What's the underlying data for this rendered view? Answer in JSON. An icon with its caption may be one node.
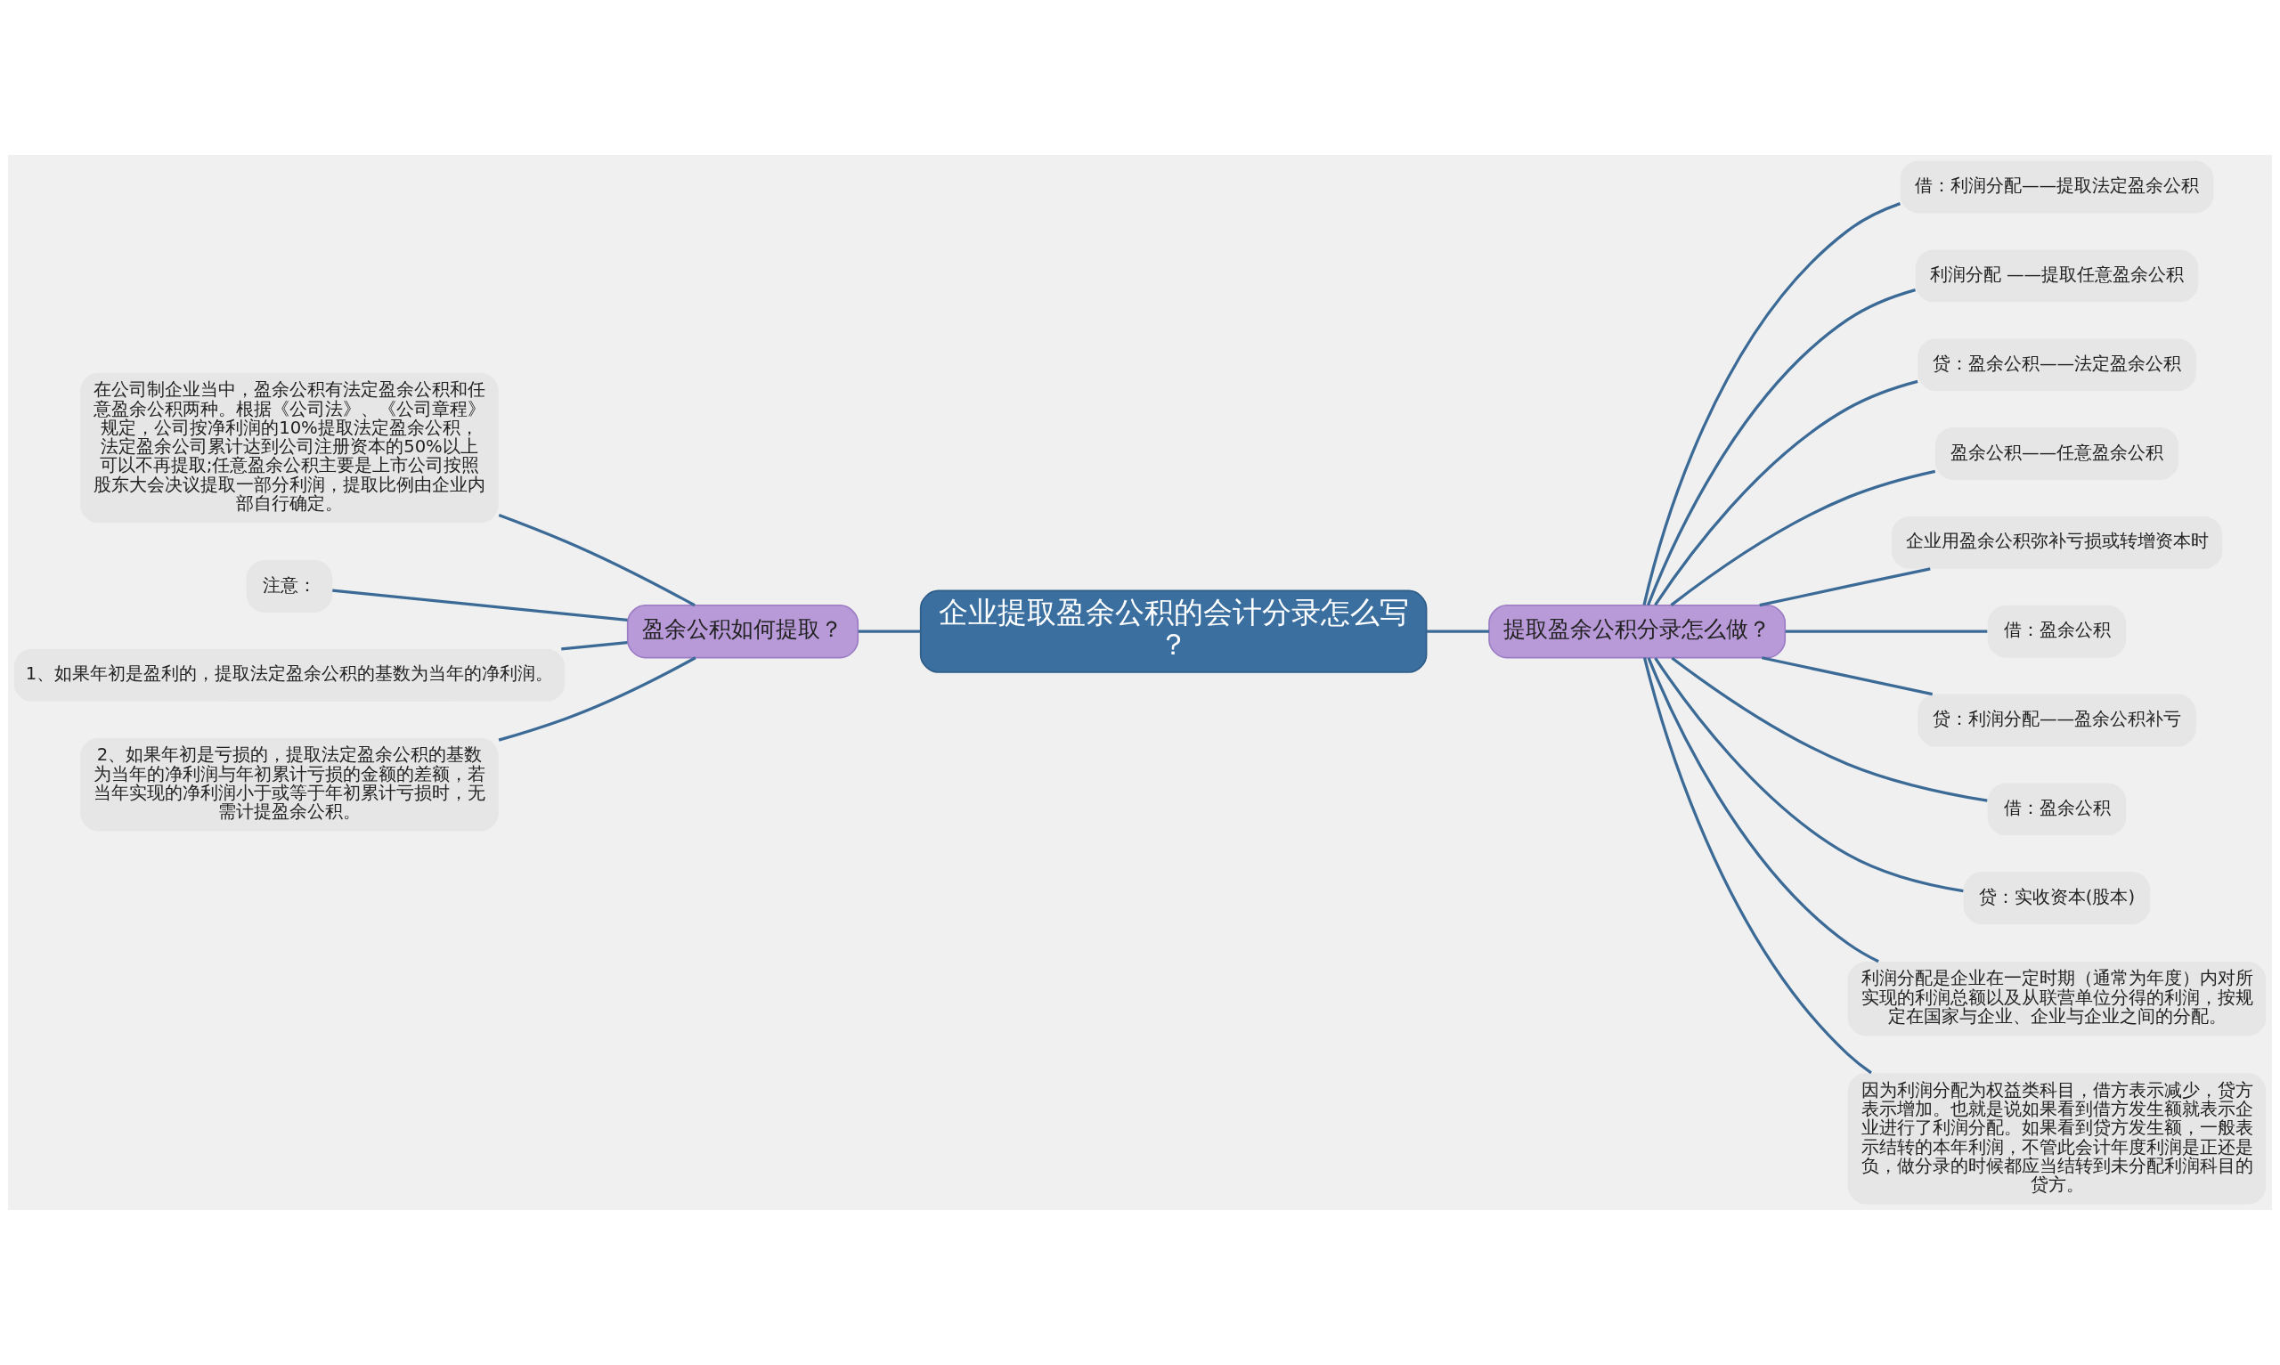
{
  "diagram": {
    "nodes": [
      {
        "text": [
          "企业提取盈余公积的会计分录怎么写？"
        ]
      },
      {
        "text": [
          "盈余公积如何提取？"
        ]
      },
      {
        "text": [
          "在公司制企业当中，盈余公积有法定盈余公积和任意盈余公积两种。根据《公司法》、《公司章程》规定，公司按净利润的10%提取法定盈余公积，法定盈余公司累计达到公司注册资本的50%以上可以不再提取;任意盈余公积主要是上市公司按照股东大会决议提取一部分利润，提取比例由企业内部自行确定。"
        ]
      },
      {
        "text": [
          "注意："
        ]
      },
      {
        "text": [
          "1、如果年初是盈利的，提取法定盈余公积的基数为当年的净利润。"
        ]
      },
      {
        "text": [
          "2、如果年初是亏损的，提取法定盈余公积的基数为当年的净利润与年初累计亏损的金额的差额，若当年实现的净利润小于或等于年初累计亏损时，无需计提盈余公积。"
        ]
      },
      {
        "text": [
          "提取盈余公积分录怎么做？"
        ]
      },
      {
        "text": [
          "借：利润分配——提取法定盈余公积"
        ]
      },
      {
        "text": [
          "利润分配 ——提取任意盈余公积"
        ]
      },
      {
        "text": [
          "贷：盈余公积——法定盈余公积"
        ]
      },
      {
        "text": [
          "盈余公积——任意盈余公积"
        ]
      },
      {
        "text": [
          "企业用盈余公积弥补亏损或转增资本时"
        ]
      },
      {
        "text": [
          "借：盈余公积"
        ]
      },
      {
        "text": [
          "贷：利润分配——盈余公积补亏"
        ]
      },
      {
        "text": [
          "借：盈余公积"
        ]
      },
      {
        "text": [
          "贷：实收资本(股本)"
        ]
      },
      {
        "text": [
          "利润分配是企业在一定时期（通常为年度）内对所实现的利润总额以及从联营单位分得的利润，按规定在国家与企业、企业与企业之间的分配。"
        ]
      },
      {
        "text": [
          "因为利润分配为权益类科目，借方表示减少，贷方表示增加。也就是说如果看到借方发生额就表示企业进行了利润分配。如果看到贷方发生额，一般表示结转的本年利润，不管此会计年度利润是正还是负，做分录的时候都应当结转到未分配利润科目的贷方。"
        ]
      }
    ],
    "edges": [
      {
        "from": 0,
        "to": 1,
        "arrow": "none"
      },
      {
        "from": 1,
        "to": 2,
        "arrow": "none"
      },
      {
        "from": 1,
        "to": 3,
        "arrow": "none"
      },
      {
        "from": 1,
        "to": 4,
        "arrow": "none"
      },
      {
        "from": 1,
        "to": 5,
        "arrow": "none"
      },
      {
        "from": 0,
        "to": 6,
        "arrow": "none"
      },
      {
        "from": 6,
        "to": 7,
        "arrow": "none"
      },
      {
        "from": 6,
        "to": 8,
        "arrow": "none"
      },
      {
        "from": 6,
        "to": 9,
        "arrow": "none"
      },
      {
        "from": 6,
        "to": 10,
        "arrow": "none"
      },
      {
        "from": 6,
        "to": 11,
        "arrow": "none"
      },
      {
        "from": 6,
        "to": 12,
        "arrow": "none"
      },
      {
        "from": 6,
        "to": 13,
        "arrow": "none"
      },
      {
        "from": 6,
        "to": 14,
        "arrow": "none"
      },
      {
        "from": 6,
        "to": 15,
        "arrow": "none"
      },
      {
        "from": 6,
        "to": 16,
        "arrow": "none"
      },
      {
        "from": 6,
        "to": 17,
        "arrow": "none"
      }
    ]
  }
}
